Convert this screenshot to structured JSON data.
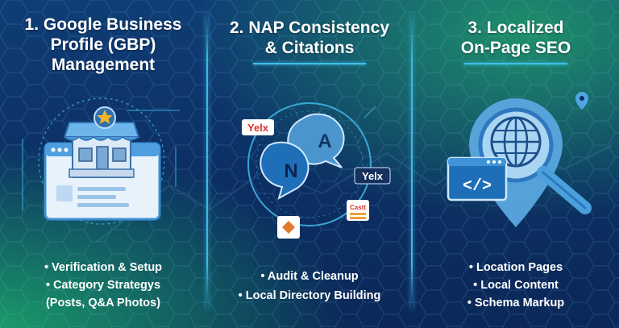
{
  "columns": [
    {
      "title_lines": [
        "1. Google Business",
        "Profile (GBP)",
        "Management"
      ],
      "bullets": [
        "• Verification & Setup",
        "• Category Strategys",
        "(Posts, Q&A Photos)"
      ],
      "icon": "storefront-icon"
    },
    {
      "title_lines": [
        "2. NAP Consistency",
        "& Citations"
      ],
      "bullets": [
        "• Audit & Cleanup",
        "• Local Directory Building"
      ],
      "icon": "chat-bubbles-icon",
      "bubble_letters": [
        "N",
        "A"
      ],
      "badges": [
        "Yelx",
        "Yelx",
        "Castt"
      ]
    },
    {
      "title_lines": [
        "3. Localized",
        "On-Page SEO"
      ],
      "bullets": [
        "• Location Pages",
        "• Local Content",
        "• Schema Markup"
      ],
      "icon": "magnifier-globe-icon",
      "code_tag": "</>"
    }
  ],
  "colors": {
    "background_top": "#0f3d75",
    "background_bottom": "#0b2858",
    "accent_green": "#1f8f6a",
    "accent_cyan": "#3fb8e6",
    "icon_blue": "#5fb6ec",
    "star_gold": "#f4b52a"
  }
}
